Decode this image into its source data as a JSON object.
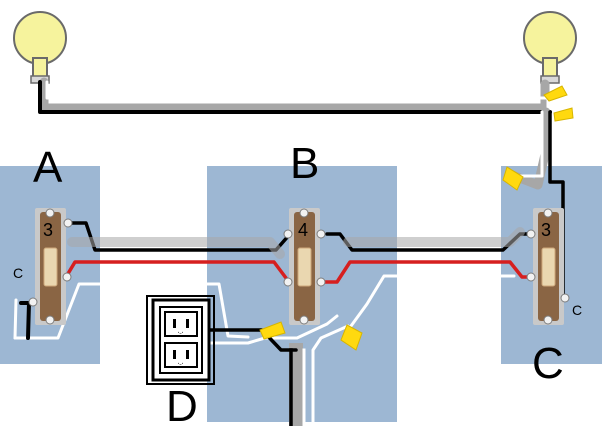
{
  "diagram": {
    "labels": {
      "switch_a": "A",
      "switch_b": "B",
      "switch_c": "C",
      "receptacle_d": "D",
      "switch_a_type": "3",
      "switch_b_type": "4",
      "switch_c_type": "3",
      "switch_a_common": "C",
      "switch_c_common": "C"
    },
    "colors": {
      "panel": "#9db7d3",
      "bulb": "#f6f39d",
      "bulb_outline": "#6a6a6a",
      "switch_body": "#8a6544",
      "switch_toggle": "#ead7b0",
      "switch_plate": "#cfcfcf",
      "wire_black": "#000000",
      "wire_white": "#ffffff",
      "wire_gray": "#a7a7a7",
      "wire_red": "#d61f1f",
      "wire_nut": "#ffd90f"
    }
  }
}
